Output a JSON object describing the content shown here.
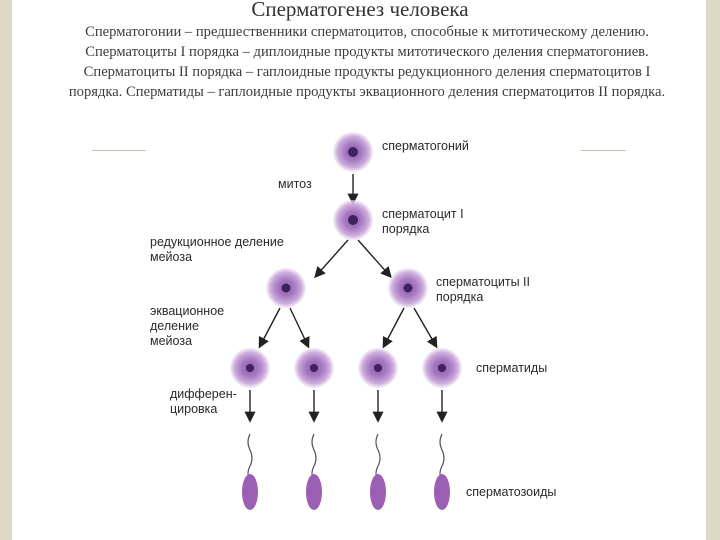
{
  "title": "Сперматогенез человека",
  "subtitle": "Сперматогонии – предшественники сперматоцитов, способные к митотическому делению. Сперматоциты I порядка – диплоидные продукты митотического деления сперматогониев. Сперматоциты II порядка – гаплоидные продукты редукционного деления сперматоцитов I порядка. Сперматиды – гаплоидные продукты эквационного деления сперматоцитов II порядка.",
  "diagram": {
    "spermatogonium": "сперматогоний",
    "mitosis": "митоз",
    "spermatocyte1": [
      "сперматоцит I",
      "порядка"
    ],
    "reduction_division": [
      "редукционное деление",
      "мейоза"
    ],
    "spermatocyte2": [
      "сперматоциты II",
      "порядка"
    ],
    "equational_division": [
      "эквационное",
      "деление",
      "мейоза"
    ],
    "spermatids": "сперматиды",
    "differentiation": [
      "дифферен-",
      "цировка"
    ],
    "spermatozoa": "сперматозоиды"
  },
  "colors": {
    "cell_outer": "#c9a8d8",
    "cell_body": "#a578c0",
    "nucleus": "#3d2260",
    "sperm_head": "#9a5fb2",
    "arrow": "#222222",
    "background": "#ddd9c6"
  }
}
